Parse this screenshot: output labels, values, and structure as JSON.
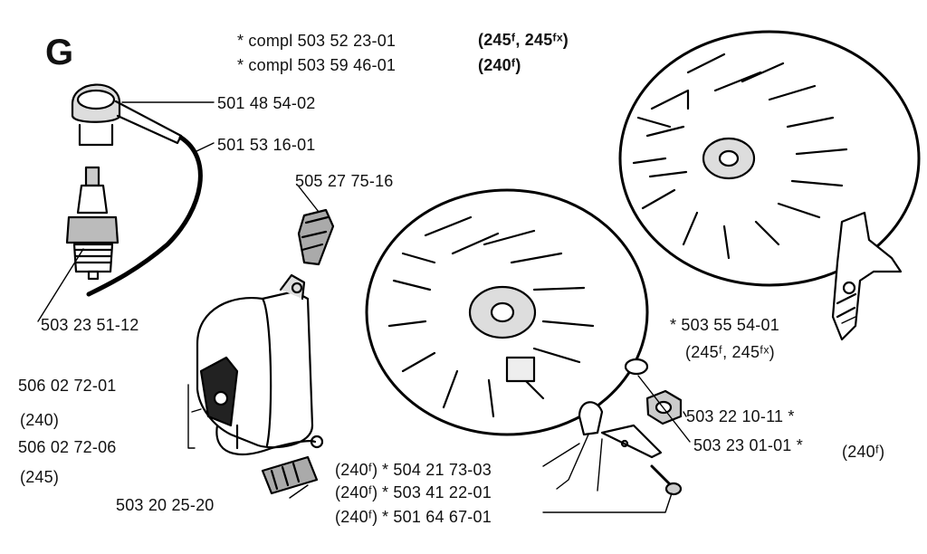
{
  "section_letter": "G",
  "header": {
    "line1": {
      "part": "*  compl 503 52 23-01",
      "models": "(245ᶠ, 245ᶠˣ)"
    },
    "line2": {
      "part": "*  compl 503 59 46-01",
      "models": "(240ᶠ)"
    }
  },
  "parts": {
    "spark_plug_cap": "501 48 54-02",
    "ignition_cable": "501 53 16-01",
    "cable_terminal": "505 27 75-16",
    "spark_plug": "503 23 51-12",
    "ignition_module_240": "506 02 72-01",
    "ignition_module_240_model": "(240)",
    "ignition_module_245": "506 02 72-06",
    "ignition_module_245_model": "(245)",
    "module_screw": "503 20 25-20",
    "flywheel_pawl": "*  503 55 54-01",
    "flywheel_pawl_models": "(245ᶠ, 245ᶠˣ)",
    "flywheel_nut": "503 22 10-11  *",
    "flywheel_washer": "503 23 01-01  *",
    "flywheel_washer_model": "(240ᶠ)",
    "pawl_spring_part": "*  504 21 73-03",
    "pawl_spring_model": "(240ᶠ)",
    "pawl_part": "*  503 41 22-01",
    "pawl_model": "(240ᶠ)",
    "pawl_screw_part": "*  501 64 67-01",
    "pawl_screw_model": "(240ᶠ)"
  }
}
